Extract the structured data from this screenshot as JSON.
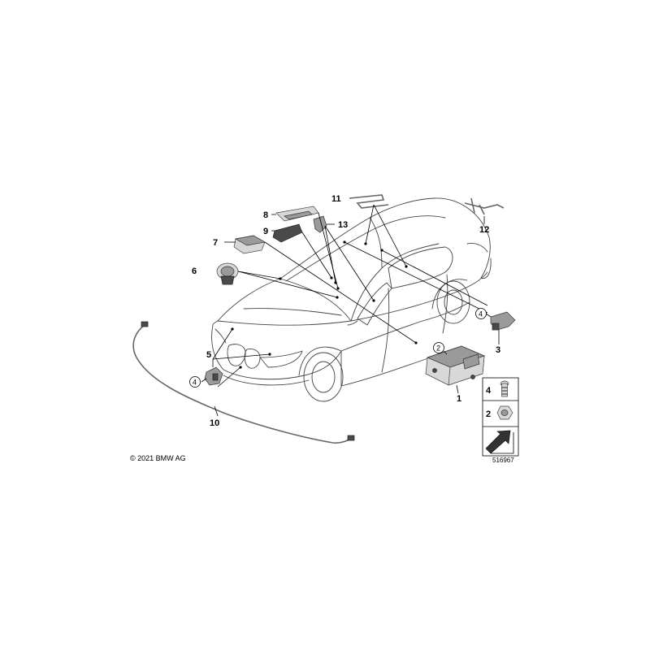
{
  "copyright": "© 2021 BMW AG",
  "diagram_number": "516967",
  "callouts": {
    "c1": "1",
    "c2": "2",
    "c3": "3",
    "c4a": "4",
    "c4b": "4",
    "c5": "5",
    "c6": "6",
    "c7": "7",
    "c8": "8",
    "c9": "9",
    "c10": "10",
    "c11": "11",
    "c12": "12",
    "c13": "13"
  },
  "legend": {
    "screw": "4",
    "nut": "2"
  }
}
